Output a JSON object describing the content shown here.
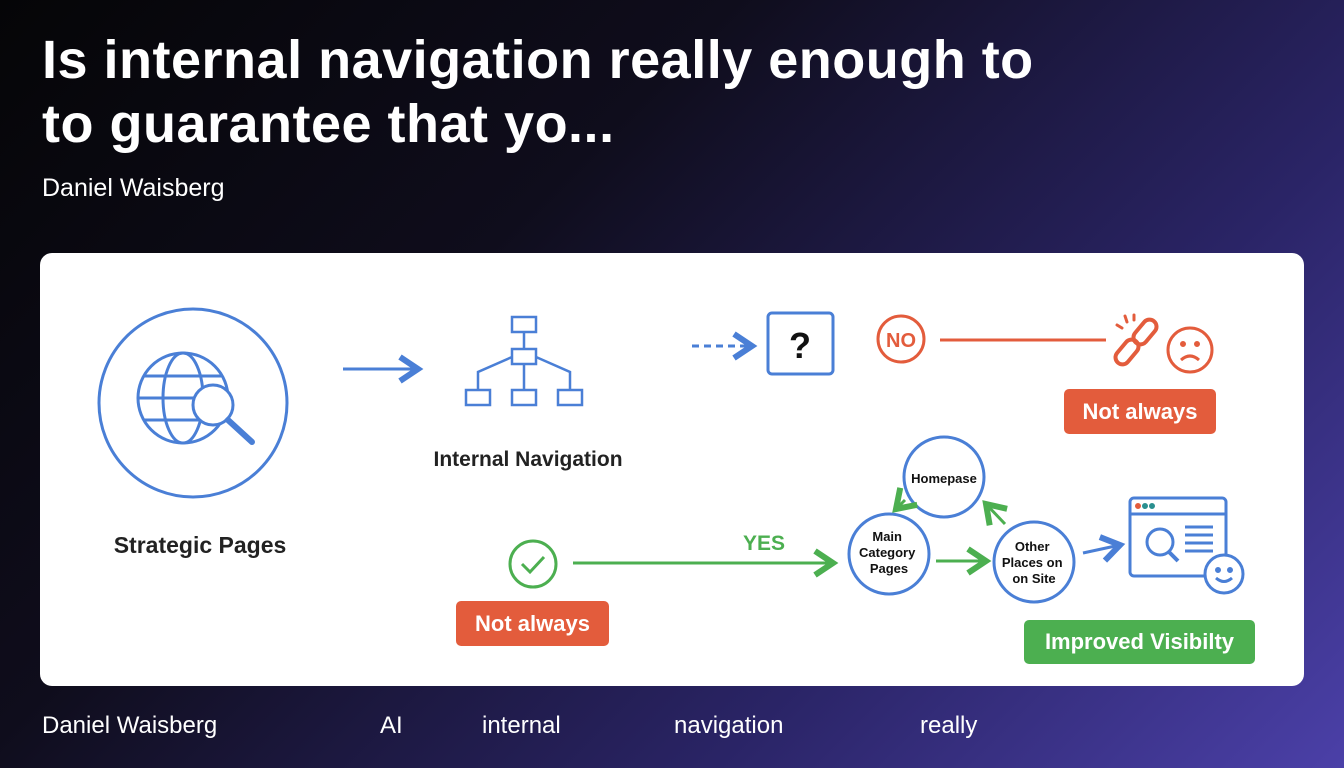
{
  "header": {
    "title_line1": "Is internal navigation really enough to",
    "title_line2": "to guarantee that yo...",
    "author": "Daniel Waisberg"
  },
  "diagram": {
    "strategic_pages": "Strategic Pages",
    "internal_navigation": "Internal Navigation",
    "question_mark": "?",
    "no_label": "NO",
    "not_always_top": "Not always",
    "yes_label": "YES",
    "not_always_bottom": "Not always",
    "homepage": "Homepase",
    "main_category": [
      "Main",
      "Category",
      "Pages"
    ],
    "other_places": [
      "Other",
      "Places on",
      "on Site"
    ],
    "improved_visibility": "Improved Visibilty"
  },
  "footer": {
    "items": [
      "Daniel Waisberg",
      "AI",
      "internal",
      "navigation",
      "really"
    ]
  },
  "colors": {
    "blue": "#4a7fd6",
    "red": "#e35c3c",
    "green": "#4caf50"
  }
}
